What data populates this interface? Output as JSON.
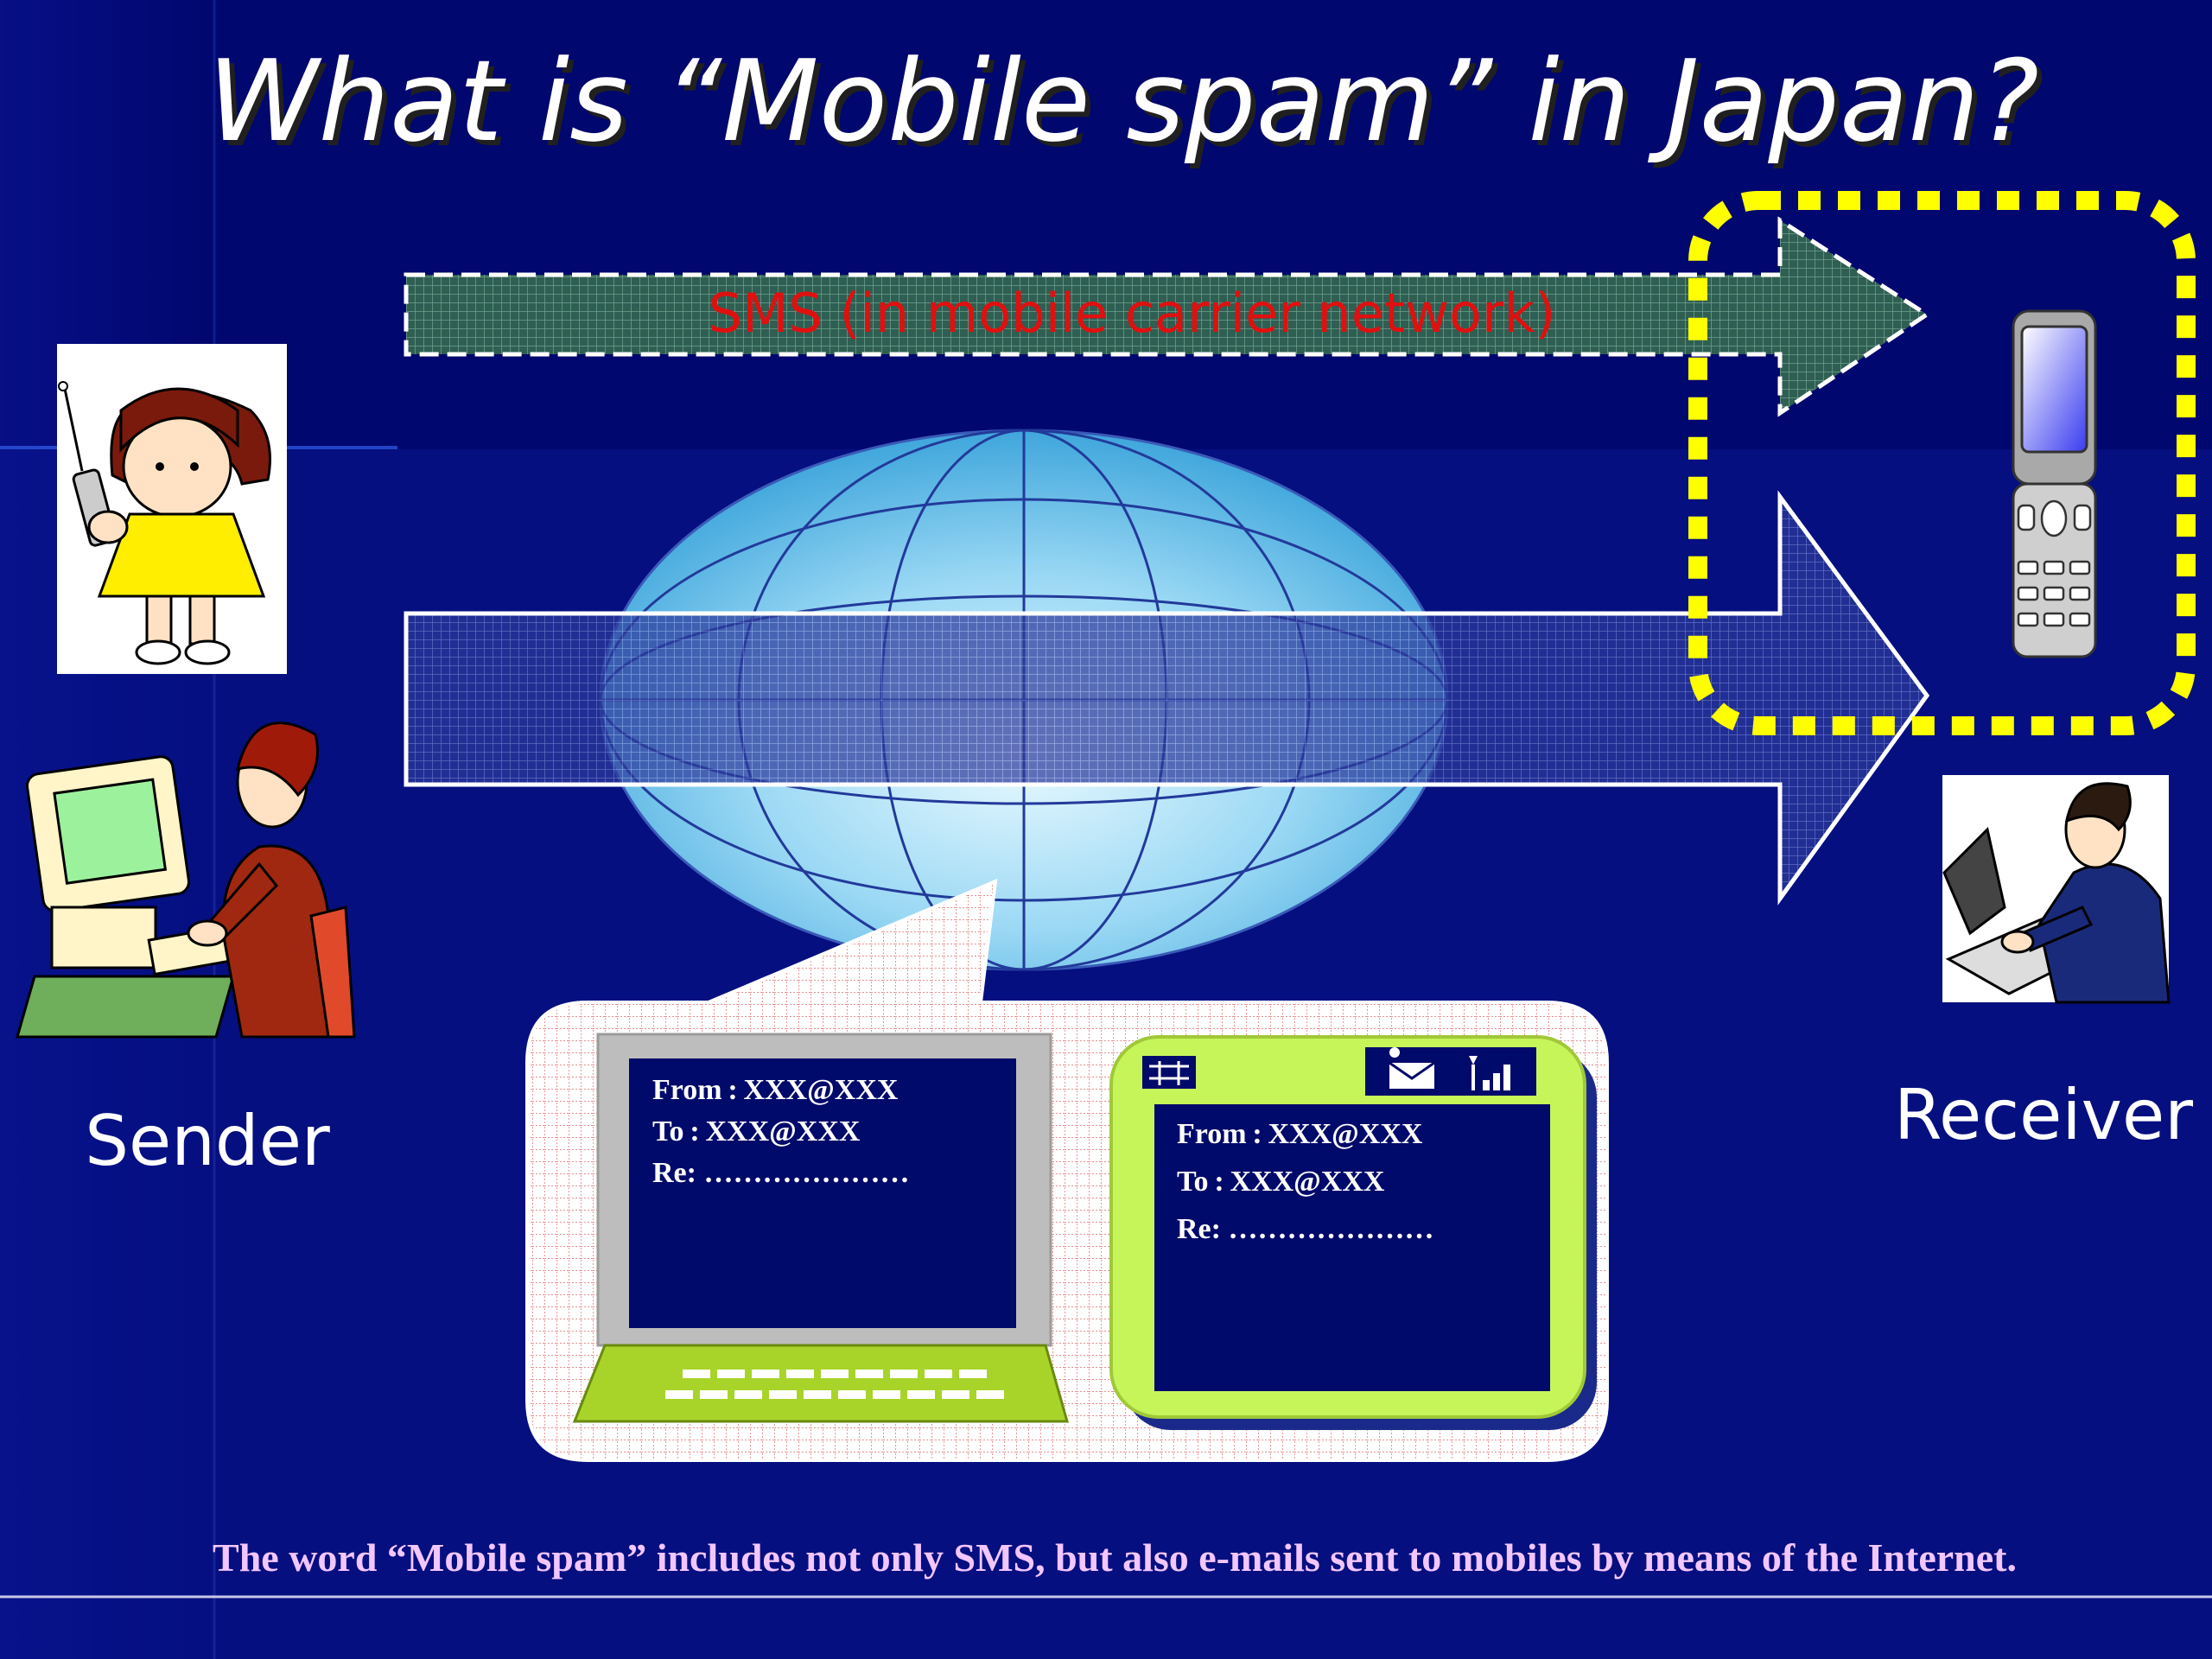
{
  "slide": {
    "title": "What is “Mobile spam” in Japan?",
    "sms_label": "SMS (in mobile carrier network)",
    "sender_label": "Sender",
    "receiver_label": "Receiver",
    "footer": "The word “Mobile spam” includes not only SMS, but also e-mails sent to mobiles by means of the Internet."
  },
  "laptop_email": {
    "from": "From : XXX@XXX",
    "to": "To : XXX@XXX",
    "re": "Re: …………………"
  },
  "phone_email": {
    "from": "From : XXX@XXX",
    "to": "To : XXX@XXX",
    "re": "Re: …………………"
  },
  "colors": {
    "background": "#00076e",
    "title_text": "#ffffff",
    "sms_label": "#e01010",
    "sms_arrow": "#2a5a4c",
    "internet_arrow": "#2c3aa0",
    "highlight_box": "#ffff00",
    "footer_text": "#f2c6ff",
    "phone_screen_frame": "#c6f55a"
  },
  "icons": [
    "girl-with-phone-icon",
    "person-at-computer-icon",
    "globe-icon",
    "mobile-phone-icon",
    "businessman-at-laptop-icon",
    "mail-icon",
    "signal-bars-icon",
    "battery-icon"
  ]
}
